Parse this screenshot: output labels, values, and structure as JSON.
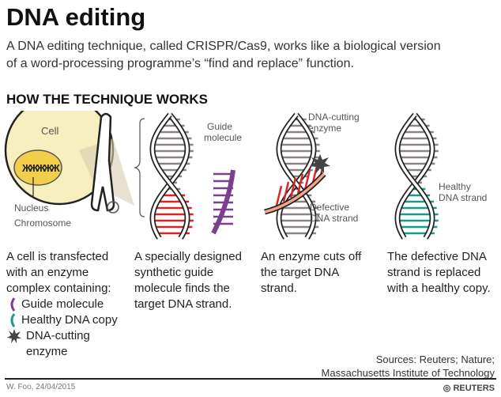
{
  "title": "DNA editing",
  "subtitle": [
    "A DNA editing technique, called CRISPR/Cas9, works like a biological version",
    "of a word-processing programme’s “find and replace” function."
  ],
  "section_heading": "HOW THE TECHNIQUE WORKS",
  "diagram_labels": {
    "cell": "Cell",
    "nucleus": "Nucleus",
    "chromosome": "Chromosome",
    "guide_molecule": [
      "Guide",
      "molecule"
    ],
    "dna_cutting_enzyme": [
      "DNA-cutting",
      "enzyme"
    ],
    "defective_strand": [
      "Defective",
      "DNA strand"
    ],
    "healthy_strand": [
      "Healthy",
      "DNA strand"
    ]
  },
  "steps": [
    {
      "text": [
        "A cell is transfected",
        "with an enzyme",
        "complex containing:"
      ]
    },
    {
      "text": [
        "A specially designed",
        "synthetic guide",
        "molecule finds the",
        "target DNA strand."
      ]
    },
    {
      "text": [
        "An enzyme cuts off",
        "the target DNA",
        "strand."
      ]
    },
    {
      "text": [
        "The defective DNA",
        "strand is replaced",
        "with a healthy copy."
      ]
    }
  ],
  "key": [
    {
      "icon": "guide-molecule-icon",
      "label": "Guide molecule"
    },
    {
      "icon": "healthy-dna-icon",
      "label": "Healthy DNA copy"
    },
    {
      "icon": "enzyme-icon",
      "label": [
        "DNA-cutting",
        "enzyme"
      ]
    }
  ],
  "sources": [
    "Sources: Reuters; Nature;",
    "Massachusetts Institute of Technology"
  ],
  "credit": "W. Foo, 24/04/2015",
  "brand": "REUTERS",
  "colors": {
    "red": "#d9252a",
    "purple": "#7a3f8f",
    "teal": "#1a9a8a",
    "cell": "#f8efc0",
    "nucleus": "#f2cf4a"
  }
}
